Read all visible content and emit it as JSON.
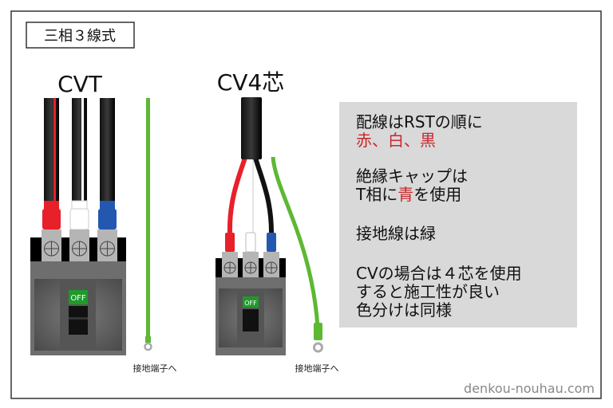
{
  "title": "三相３線式",
  "cvt": {
    "heading": "CVT",
    "switch_label": "OFF",
    "ground_label": "接地端子へ"
  },
  "cv4": {
    "heading": "CV4芯",
    "switch_label": "OFF",
    "ground_label": "接地端子へ"
  },
  "notes": {
    "line1": "配線はRSTの順に",
    "line2": "赤、白、黒",
    "line3": "絶縁キャップは",
    "line4_a": "T相に",
    "line4_b": "青",
    "line4_c": "を使用",
    "line5": "接地線は緑",
    "line6": "CVの場合は４芯を使用",
    "line7": "すると施工性が良い",
    "line8": "色分けは同様"
  },
  "watermark": "denkou-nouhau.com",
  "colors": {
    "red": "#e8202a",
    "white": "#ffffff",
    "blue": "#2458b0",
    "green": "#5db833",
    "accent_text": "#c8282d",
    "note_bg": "#d9d9d9"
  }
}
